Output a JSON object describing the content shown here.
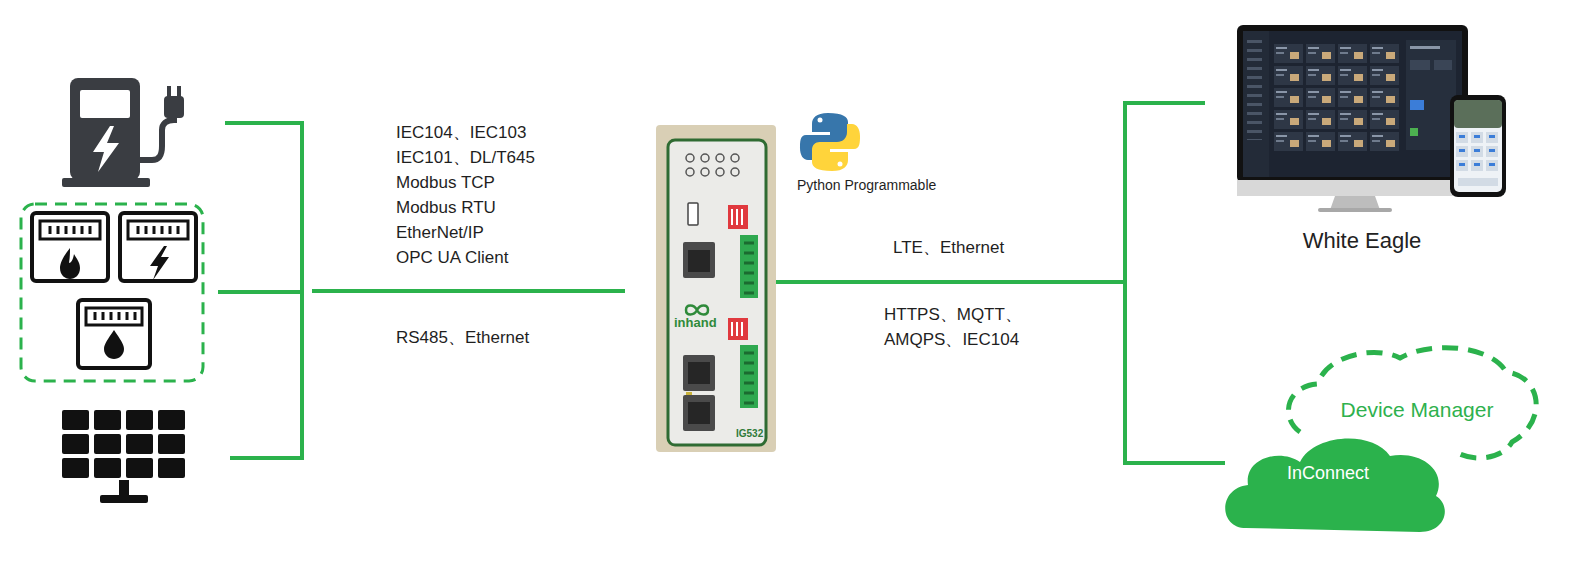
{
  "diagram": {
    "nodes": [
      {
        "text": [
          "inhand",
          "IG532"
        ]
      },
      {
        "text": [
          "White Eagle"
        ]
      },
      {
        "text": [
          "Device Manager"
        ]
      },
      {
        "text": [
          "InConnect"
        ]
      }
    ],
    "edges": [
      {
        "from": 0,
        "to": 1,
        "arrow": "none"
      },
      {
        "from": 0,
        "to": 3,
        "arrow": "none"
      }
    ],
    "labels": [
      "IEC104、IEC103",
      "IEC101、DL/T645",
      "Modbus TCP",
      "Modbus RTU",
      "EtherNet/IP",
      "OPC UA Client",
      "RS485、Ethernet",
      "Python Programmable",
      "LTE、Ethernet",
      "HTTPS、MQTT、",
      "AMQPS、IEC104"
    ]
  }
}
